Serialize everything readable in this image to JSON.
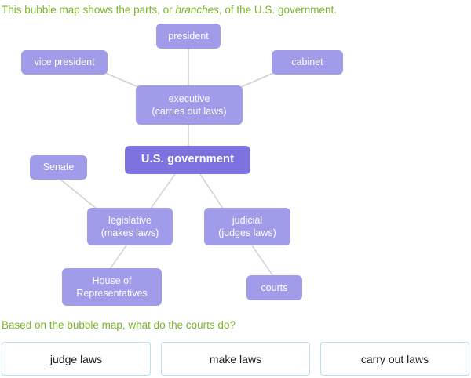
{
  "instruction": {
    "part1": "This bubble map shows the parts, or ",
    "italic": "branches",
    "part2": ", of the U.S. government."
  },
  "bubble_map": {
    "root": {
      "label": "U.S. government"
    },
    "nodes": {
      "president": {
        "line1": "president"
      },
      "vice_president": {
        "line1": "vice president"
      },
      "cabinet": {
        "line1": "cabinet"
      },
      "executive": {
        "line1": "executive",
        "line2": "(carries out laws)"
      },
      "senate": {
        "line1": "Senate"
      },
      "legislative": {
        "line1": "legislative",
        "line2": "(makes laws)"
      },
      "judicial": {
        "line1": "judicial",
        "line2": "(judges laws)"
      },
      "house": {
        "line1": "House of",
        "line2": "Representatives"
      },
      "courts": {
        "line1": "courts"
      }
    },
    "edges": [
      {
        "from": "president",
        "to": "executive"
      },
      {
        "from": "vice president",
        "to": "executive"
      },
      {
        "from": "cabinet",
        "to": "executive"
      },
      {
        "from": "executive",
        "to": "U.S. government"
      },
      {
        "from": "U.S. government",
        "to": "legislative"
      },
      {
        "from": "U.S. government",
        "to": "judicial"
      },
      {
        "from": "Senate",
        "to": "legislative"
      },
      {
        "from": "legislative",
        "to": "House of Representatives"
      },
      {
        "from": "judicial",
        "to": "courts"
      }
    ]
  },
  "question": "Based on the bubble map, what do the courts do?",
  "answers": [
    {
      "label": "judge laws"
    },
    {
      "label": "make laws"
    },
    {
      "label": "carry out laws"
    }
  ],
  "colors": {
    "node_fill": "#a09ce9",
    "root_fill": "#7d72e0",
    "node_text": "#ffffff",
    "connector": "#d0d0d0",
    "prompt_green": "#7ab32a",
    "answer_border": "#b4e0f1",
    "answer_text": "#1a1a1a"
  }
}
